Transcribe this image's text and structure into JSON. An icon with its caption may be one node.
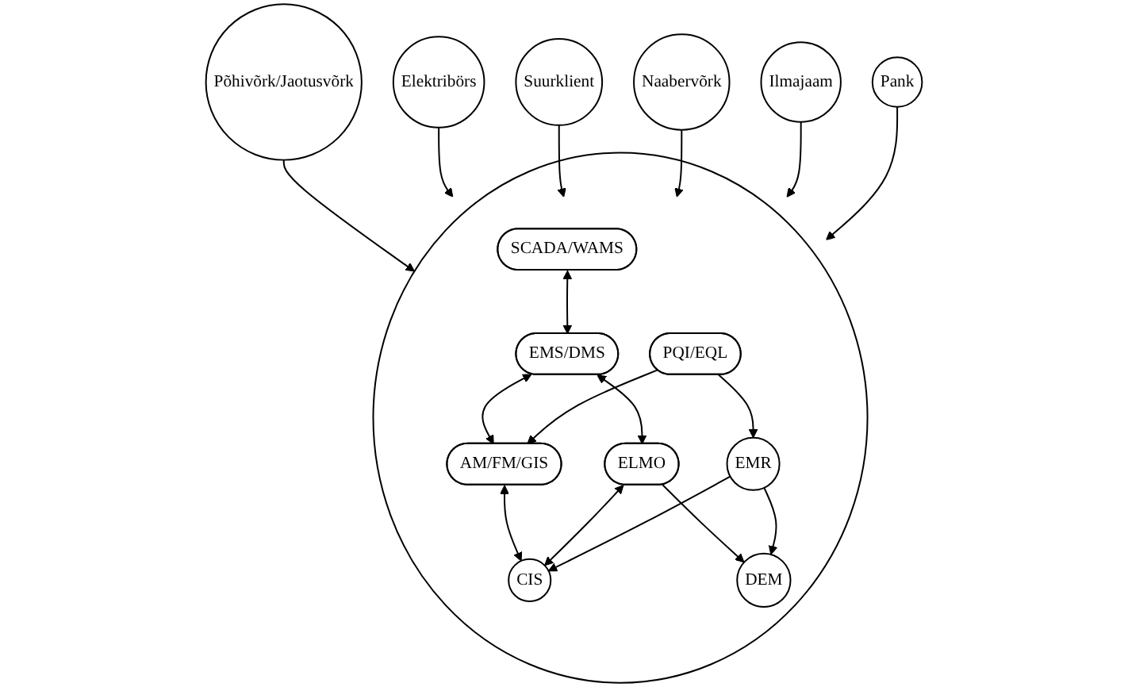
{
  "diagram": {
    "nodes": [
      {
        "text": [
          "Põhivõrk/Jaotusvõrk"
        ]
      },
      {
        "text": [
          "Elektribörs"
        ]
      },
      {
        "text": [
          "Suurklient"
        ]
      },
      {
        "text": [
          "Naabervõrk"
        ]
      },
      {
        "text": [
          "Ilmajaam"
        ]
      },
      {
        "text": [
          "Pank"
        ]
      },
      {
        "text": [],
        "shape": "circle"
      },
      {
        "text": [
          "SCADA/WAMS"
        ],
        "in": 6
      },
      {
        "text": [
          "EMS/DMS"
        ],
        "in": 6
      },
      {
        "text": [
          "AM/FM/GIS"
        ],
        "in": 6
      },
      {
        "text": [
          "ELMO"
        ],
        "in": 6
      },
      {
        "text": [
          "CIS"
        ],
        "in": 6
      },
      {
        "text": [
          "PQI/EQL"
        ],
        "in": 6
      },
      {
        "text": [
          "DEM"
        ],
        "in": 6
      },
      {
        "text": [
          "EMR"
        ],
        "in": 6
      }
    ],
    "edges": [
      {
        "from": 0,
        "to": 6,
        "arrow": "to"
      },
      {
        "from": 1,
        "to": 6,
        "arrow": "to"
      },
      {
        "from": 2,
        "to": 6,
        "arrow": "to"
      },
      {
        "from": 3,
        "to": 6,
        "arrow": "to"
      },
      {
        "from": 4,
        "to": 6,
        "arrow": "to"
      },
      {
        "from": 5,
        "to": 6,
        "arrow": "to"
      },
      {
        "from": 7,
        "to": 8,
        "arrow": "both"
      },
      {
        "from": 8,
        "to": 9,
        "arrow": "both"
      },
      {
        "from": 8,
        "to": 10,
        "arrow": "both"
      },
      {
        "from": 9,
        "to": 11,
        "arrow": "both"
      },
      {
        "from": 10,
        "to": 11,
        "arrow": "both"
      },
      {
        "from": 12,
        "to": 9,
        "arrow": "to"
      },
      {
        "from": 10,
        "to": 13,
        "arrow": "to"
      },
      {
        "from": 12,
        "to": 14,
        "arrow": "to"
      },
      {
        "from": 14,
        "to": 11,
        "arrow": "to"
      },
      {
        "from": 14,
        "to": 13,
        "arrow": "to"
      }
    ]
  }
}
